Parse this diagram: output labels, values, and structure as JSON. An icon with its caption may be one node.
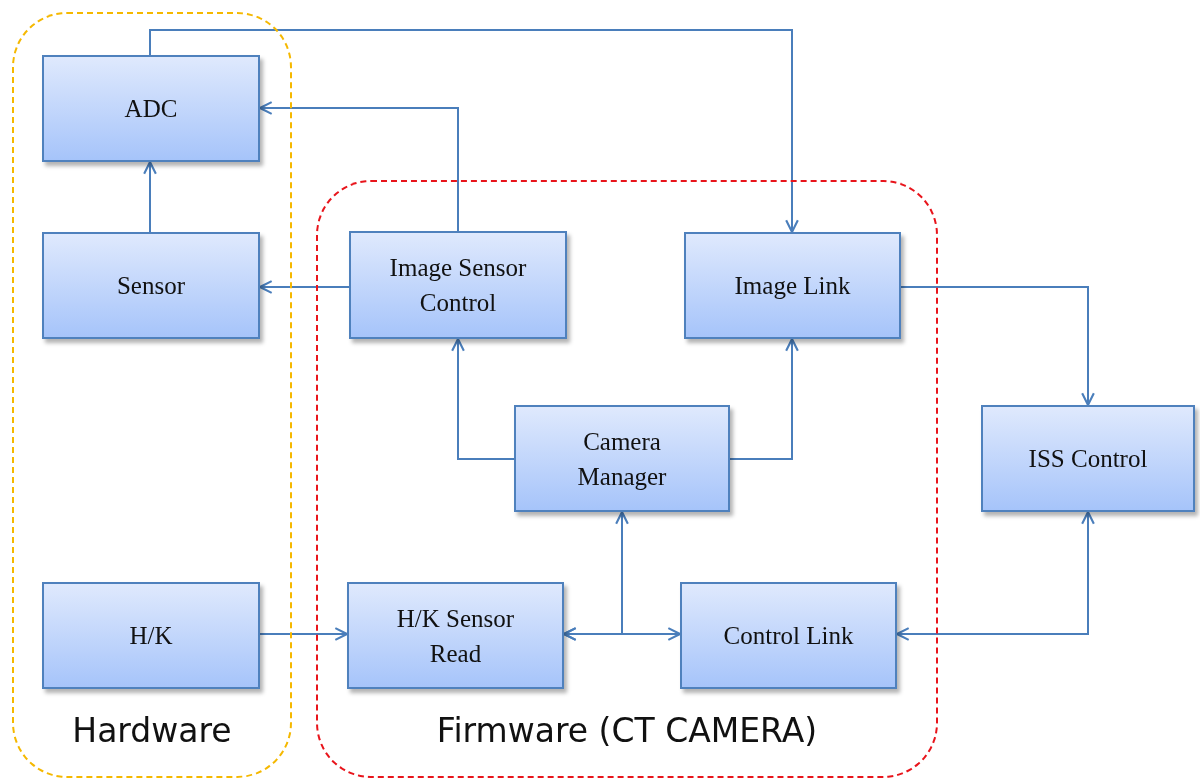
{
  "diagram": {
    "nodes": [
      {
        "text": [
          "Hardware"
        ]
      },
      {
        "text": [
          "ADC"
        ],
        "in": 0
      },
      {
        "text": [
          "Sensor"
        ],
        "in": 0
      },
      {
        "text": [
          "H/K"
        ],
        "in": 0
      },
      {
        "text": [
          "Firmware (CT CAMERA)"
        ]
      },
      {
        "text": [
          "Image Sensor Control"
        ],
        "in": 4
      },
      {
        "text": [
          "Image Link"
        ],
        "in": 4
      },
      {
        "text": [
          "Camera Manager"
        ],
        "in": 4
      },
      {
        "text": [
          "H/K Sensor Read"
        ],
        "in": 4
      },
      {
        "text": [
          "Control Link"
        ],
        "in": 4
      },
      {
        "text": [
          "ISS Control"
        ]
      }
    ],
    "edges": [
      {
        "from": 1,
        "to": 6,
        "arrow": "to"
      },
      {
        "from": 2,
        "to": 1,
        "arrow": "to"
      },
      {
        "from": 5,
        "to": 1,
        "arrow": "to"
      },
      {
        "from": 5,
        "to": 2,
        "arrow": "to"
      },
      {
        "from": 7,
        "to": 5,
        "arrow": "to"
      },
      {
        "from": 7,
        "to": 6,
        "arrow": "to"
      },
      {
        "from": 6,
        "to": 10,
        "arrow": "to"
      },
      {
        "from": 3,
        "to": 8,
        "arrow": "to"
      },
      {
        "from": 8,
        "to": 7,
        "arrow": "both"
      },
      {
        "from": 8,
        "to": 9,
        "arrow": "both"
      },
      {
        "from": 9,
        "to": 10,
        "arrow": "both"
      }
    ]
  }
}
